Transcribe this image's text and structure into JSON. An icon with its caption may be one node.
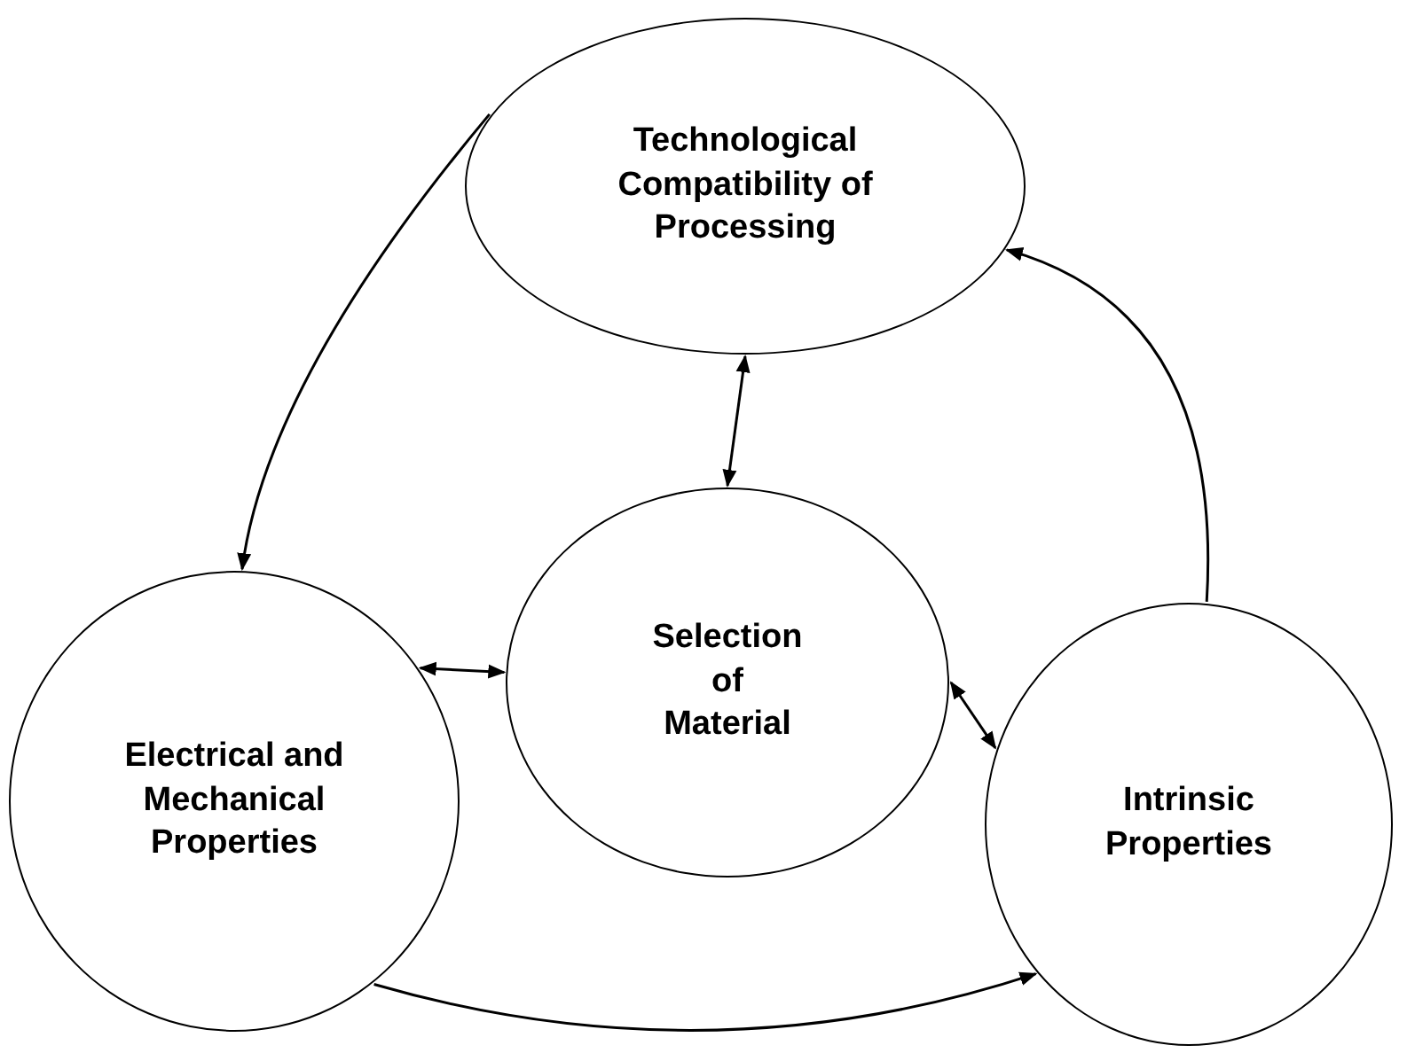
{
  "diagram": {
    "nodes": [
      {
        "text": [
          "Technological Compatibility of Processing"
        ]
      },
      {
        "text": [
          "Selection of Material"
        ]
      },
      {
        "text": [
          "Electrical and Mechanical Properties"
        ]
      },
      {
        "text": [
          "Intrinsic Properties"
        ]
      }
    ],
    "edges": [
      {
        "from": 0,
        "to": 2,
        "arrow": "to"
      },
      {
        "from": 0,
        "to": 1,
        "arrow": "both"
      },
      {
        "from": 2,
        "to": 1,
        "arrow": "both"
      },
      {
        "from": 1,
        "to": 3,
        "arrow": "both"
      },
      {
        "from": 2,
        "to": 3,
        "arrow": "to"
      },
      {
        "from": 3,
        "to": 0,
        "arrow": "to"
      }
    ]
  }
}
